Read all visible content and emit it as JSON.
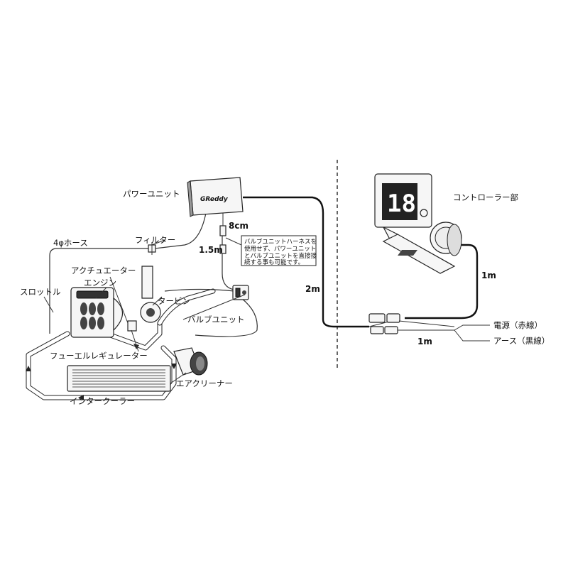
{
  "labels": {
    "power_unit": "パワーユニット",
    "controller": "コントローラー部",
    "hose": "4φホース",
    "filter": "フィルター",
    "len_8cm": "8cm",
    "len_15m": "1.5m",
    "len_2m": "2m",
    "len_1m_top": "1m",
    "len_1m_bottom": "1m",
    "actuator": "アクチュエーター",
    "engine": "エンジン",
    "throttle": "スロットル",
    "turbine": "タービン",
    "valve_unit": "バルブユニット",
    "fuel_regulator": "フューエルレギュレーター",
    "air_cleaner": "エアクリーナー",
    "intercooler": "インタークーラー",
    "power_red": "電源（赤線）",
    "earth_black": "アース（黒線）"
  },
  "note_lines": [
    "バルブユニットハーネスを",
    "使用せず、パワーユニット",
    "とバルブユニットを直接接",
    "続する事も可能です。"
  ],
  "logo_text": "GReddy",
  "display_digits": "18"
}
